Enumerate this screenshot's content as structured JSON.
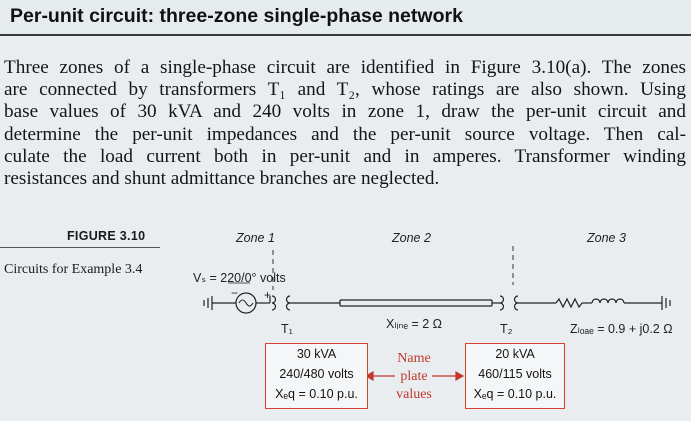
{
  "heading": "Per-unit circuit: three-zone single-phase network",
  "paragraph_lines": [
    "Three zones of a single-phase circuit are identified in Figure 3.10(a). The zones",
    "are connected by transformers T₁ and T₂, whose ratings are also shown. Using",
    "base values of 30 kVA and 240 volts in zone 1, draw the per-unit circuit and",
    "determine the per-unit impedances and the per-unit source voltage. Then cal-",
    "culate the load current both in per-unit and in amperes. Transformer winding",
    "resistances and shunt admittance branches are neglected."
  ],
  "figure": {
    "label": "FIGURE 3.10",
    "caption": "Circuits for Example 3.4",
    "zones": [
      "Zone 1",
      "Zone 2",
      "Zone 3"
    ],
    "source_voltage": "Vₛ = 220/0° volts",
    "plus_sign": "+",
    "minus_sign": "−",
    "t1_label": "T₁",
    "t2_label": "T₂",
    "line_reactance": "Xₗᵢₙₑ = 2 Ω",
    "load_impedance": "Zₗₒₐₑ = 0.9 + j0.2 Ω",
    "t1_ratings": [
      "30 kVA",
      "240/480 volts",
      "Xₑq = 0.10 p.u."
    ],
    "t2_ratings": [
      "20 kVA",
      "460/115 volts",
      "Xₑq = 0.10 p.u."
    ],
    "nameplate_text": [
      "Name",
      "plate",
      "values"
    ],
    "accent_color": "#d9402c",
    "nameplate_color": "#c0392b"
  }
}
